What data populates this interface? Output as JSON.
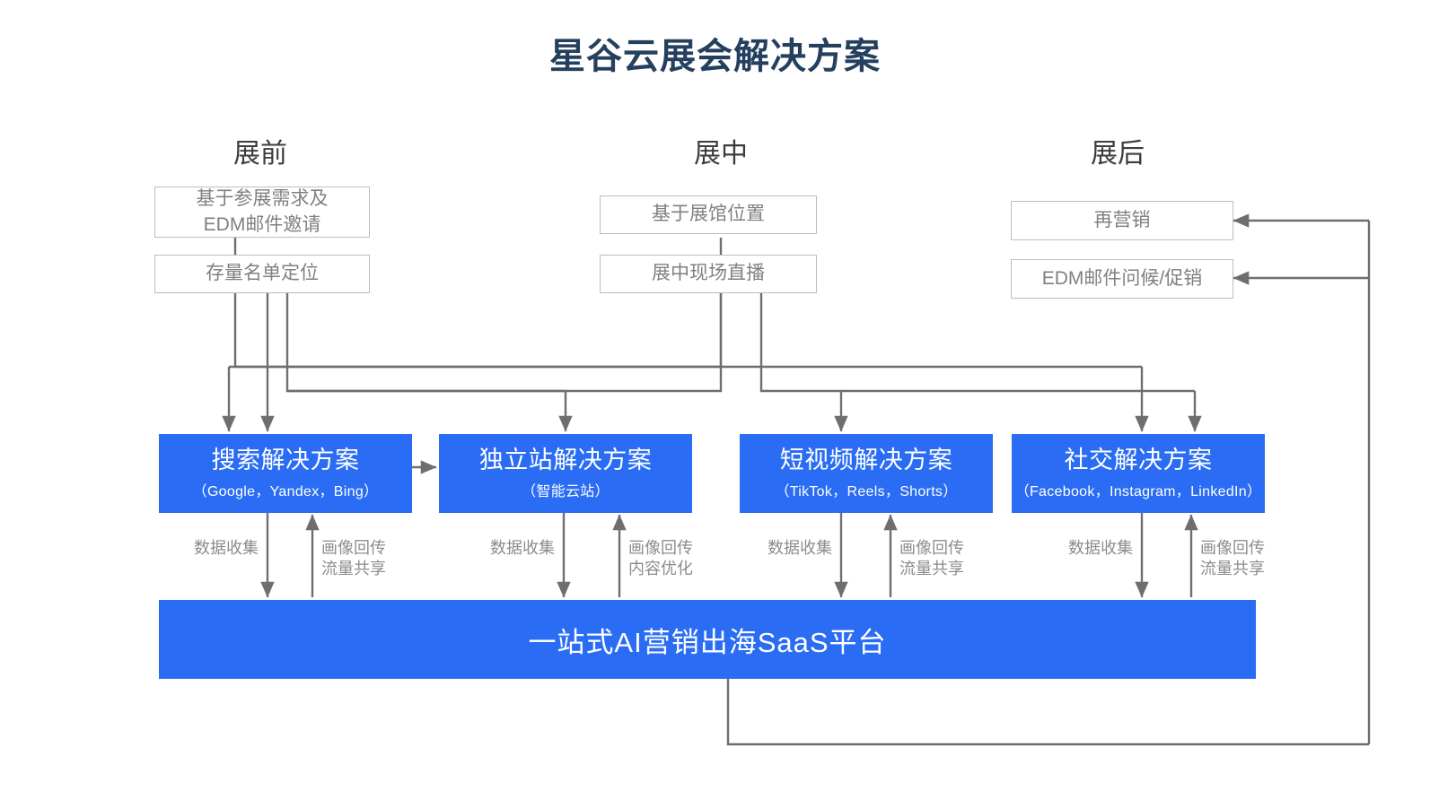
{
  "page": {
    "title": "星谷云展会解决方案",
    "title_color": "#24405e",
    "accent_color": "#2a6df4",
    "line_color": "#6e6e6e",
    "box_border_color": "#bdbdbd",
    "box_text_color": "#808080"
  },
  "phases": [
    {
      "label": "展前"
    },
    {
      "label": "展中"
    },
    {
      "label": "展后"
    }
  ],
  "source_boxes": [
    {
      "text": "基于参展需求及\nEDM邮件邀请"
    },
    {
      "text": "存量名单定位"
    },
    {
      "text": "基于展馆位置"
    },
    {
      "text": "展中现场直播"
    },
    {
      "text": "再营销"
    },
    {
      "text": "EDM邮件问候/促销"
    }
  ],
  "solutions": [
    {
      "title": "搜索解决方案",
      "sub": "（Google，Yandex，Bing）"
    },
    {
      "title": "独立站解决方案",
      "sub": "（智能云站）"
    },
    {
      "title": "短视频解决方案",
      "sub": "（TikTok，Reels，Shorts）"
    },
    {
      "title": "社交解决方案",
      "sub": "（Facebook，Instagram，LinkedIn）"
    }
  ],
  "flow_labels": [
    {
      "down": "数据收集",
      "up": "画像回传\n流量共享"
    },
    {
      "down": "数据收集",
      "up": "画像回传\n内容优化"
    },
    {
      "down": "数据收集",
      "up": "画像回传\n流量共享"
    },
    {
      "down": "数据收集",
      "up": "画像回传\n流量共享"
    }
  ],
  "platform": {
    "label": "一站式AI营销出海SaaS平台"
  }
}
